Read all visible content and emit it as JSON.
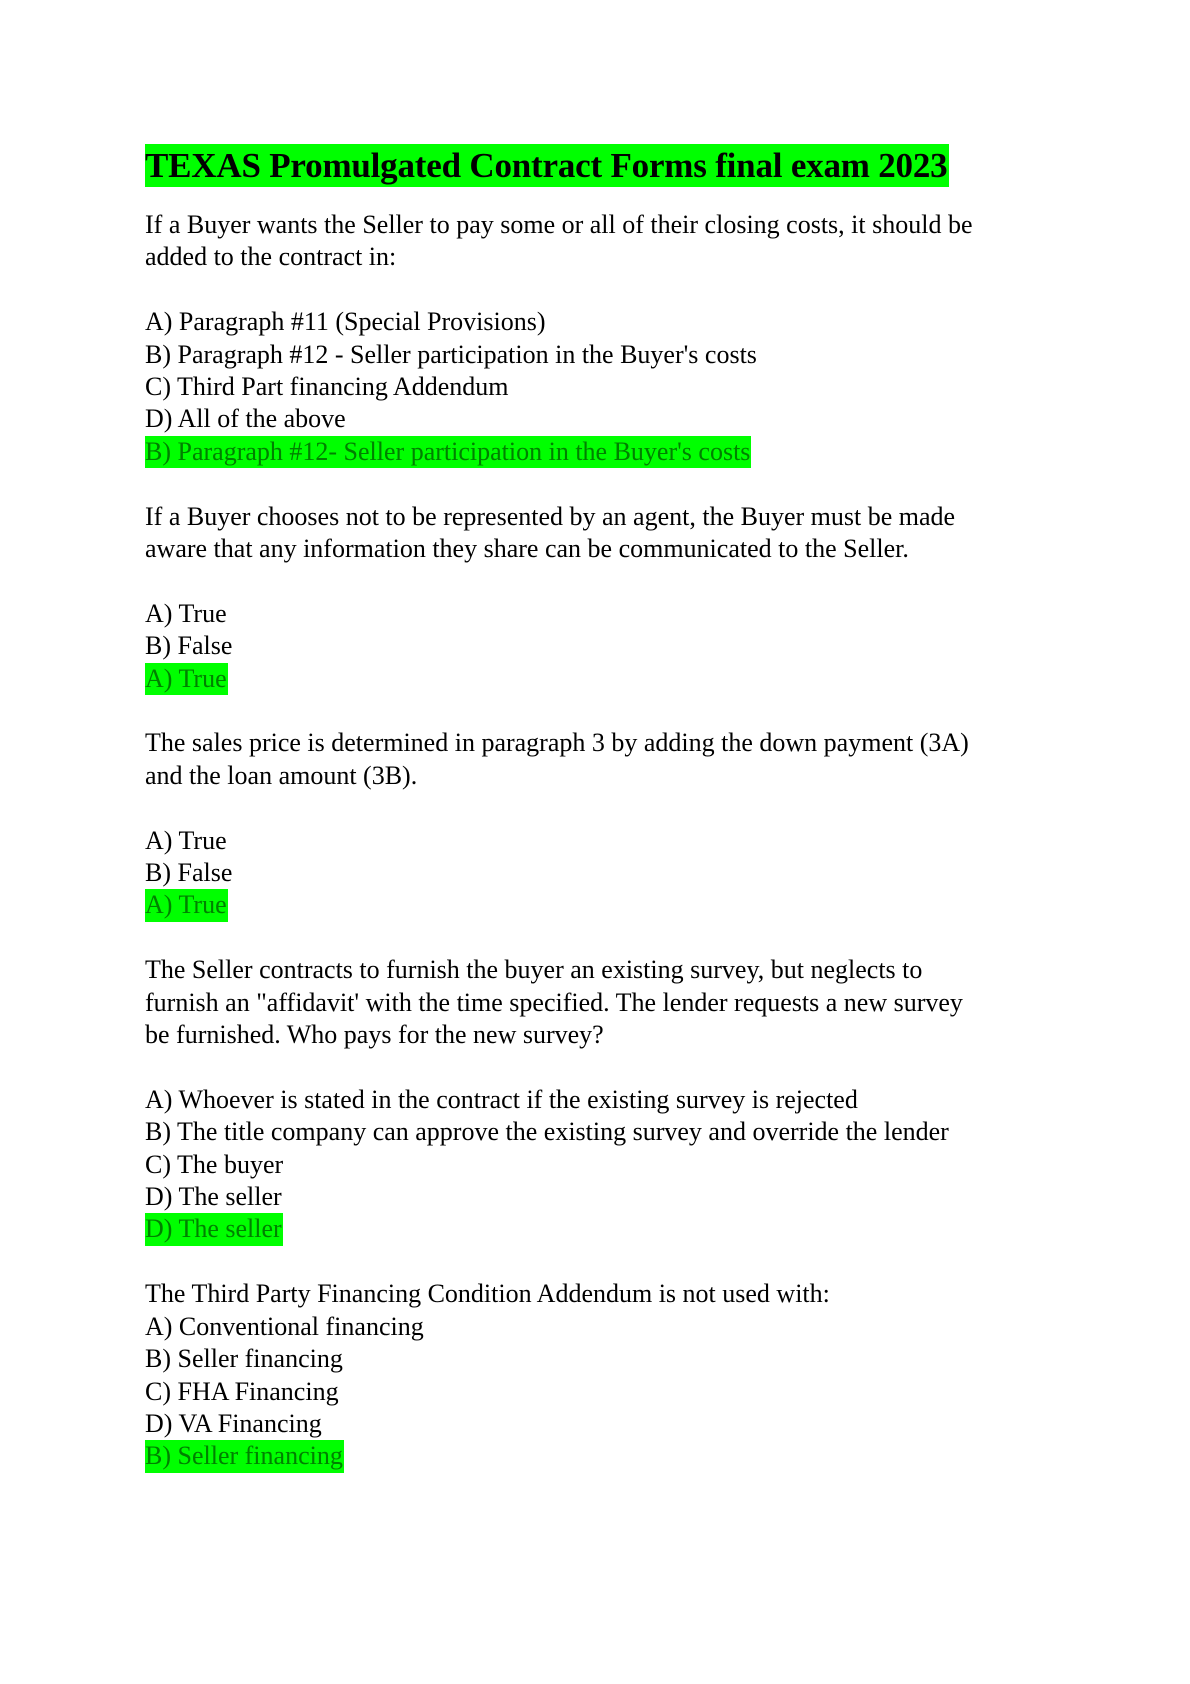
{
  "document": {
    "title": "TEXAS Promulgated Contract Forms final exam 2023",
    "colors": {
      "highlight": "#00ff00",
      "answer_text": "#008000",
      "text": "#000000",
      "background": "#ffffff"
    }
  },
  "questions": [
    {
      "lines": [
        "If a Buyer wants the Seller to pay some or all of their closing costs, it should be",
        "added to the contract in:"
      ],
      "options": [
        "A) Paragraph #11 (Special Provisions)",
        "B) Paragraph #12 - Seller participation in the Buyer's costs",
        "C) Third Part financing Addendum",
        "D) All of the above"
      ],
      "answer": "B) Paragraph #12- Seller participation in the Buyer's costs"
    },
    {
      "lines": [
        "If a Buyer chooses not to be represented by an agent, the Buyer must be made",
        "aware that any information they share can be communicated to the Seller."
      ],
      "options": [
        "A) True",
        "B) False"
      ],
      "answer": "A) True"
    },
    {
      "lines": [
        "The sales price is determined in paragraph 3 by adding the down payment (3A)",
        "and the loan amount (3B)."
      ],
      "options": [
        "A) True",
        "B) False"
      ],
      "answer": "A) True"
    },
    {
      "lines": [
        "The Seller contracts to furnish the buyer an existing survey, but neglects to",
        "furnish an \"affidavit' with the time specified. The lender requests a new survey",
        "be furnished. Who pays for the new survey?"
      ],
      "options": [
        "A) Whoever is stated in the contract if the existing survey is rejected",
        "B) The title company can approve the existing survey and override the lender",
        "C) The buyer",
        "D) The seller"
      ],
      "answer": "D) The seller"
    },
    {
      "lines": [
        "The Third Party Financing Condition Addendum is not used with:"
      ],
      "options": [
        "A) Conventional financing",
        "B) Seller financing",
        "C) FHA Financing",
        "D) VA Financing"
      ],
      "answer": "B) Seller financing"
    }
  ]
}
